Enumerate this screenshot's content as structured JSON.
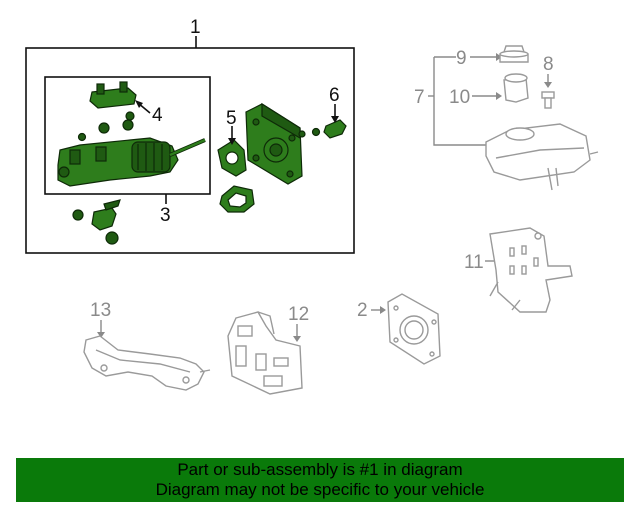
{
  "callouts": {
    "c1": "1",
    "c2": "2",
    "c3": "3",
    "c4": "4",
    "c5": "5",
    "c6": "6",
    "c7": "7",
    "c8": "8",
    "c9": "9",
    "c10": "10",
    "c11": "11",
    "c12": "12",
    "c13": "13"
  },
  "colors": {
    "highlight_part": "#2e7d1c",
    "banner_background": "#0a7a0a",
    "reference_part_outline": "#9a9a9a"
  },
  "footer": {
    "line1": "Part or sub-assembly is #1 in diagram",
    "line2": "Diagram may not be specific to your vehicle"
  }
}
